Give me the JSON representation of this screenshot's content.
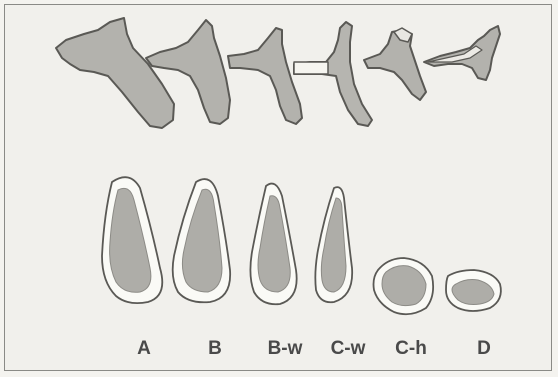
{
  "figure": {
    "labels": [
      "A",
      "B",
      "B-w",
      "C-w",
      "C-h",
      "D"
    ],
    "colors": {
      "background": "#f1f0ec",
      "frame": "#8a8a86",
      "bone_fill": "#b3b2ad",
      "bone_outline": "#5a5955",
      "section_outer": "#fafaf6",
      "section_inner": "#aeada8"
    }
  }
}
